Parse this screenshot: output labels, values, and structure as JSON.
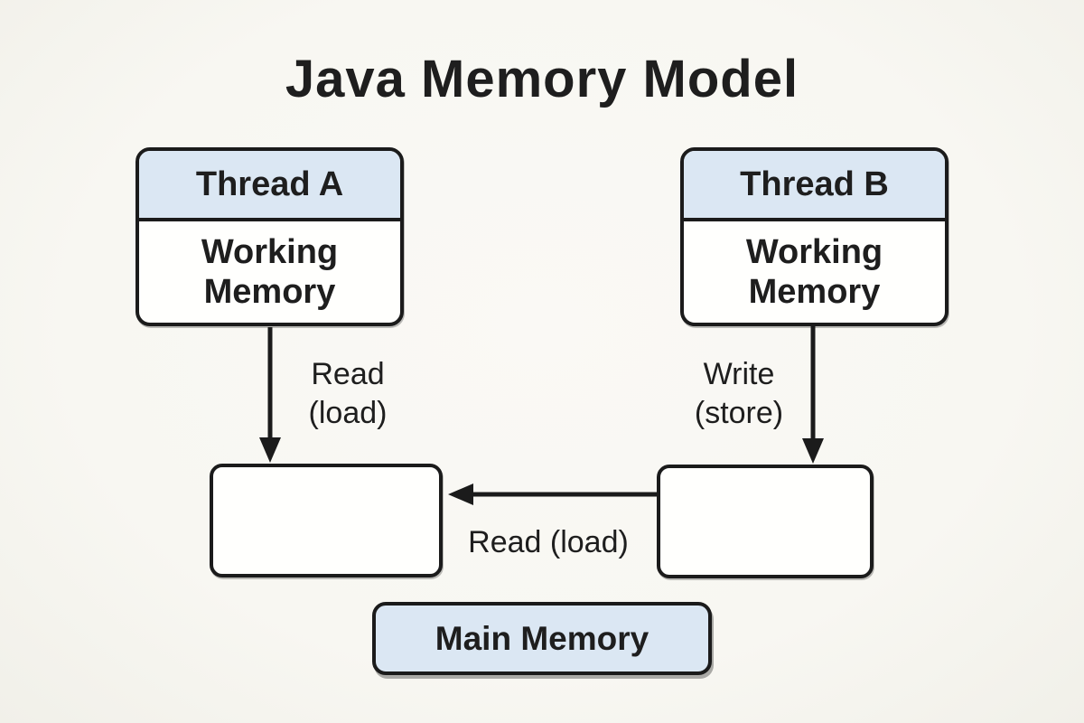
{
  "title": "Java Memory Model",
  "colors": {
    "background": "#f8f7f2",
    "box_fill": "#fffffd",
    "header_fill": "#dbe7f3",
    "border": "#1b1b1b",
    "text": "#1e1e1e"
  },
  "nodes": {
    "thread_a": {
      "header": "Thread A",
      "body": "Working Memory"
    },
    "thread_b": {
      "header": "Thread B",
      "body": "Working Memory"
    },
    "main_memory": {
      "label": "Main Memory"
    }
  },
  "edges": {
    "thread_a_down": {
      "label": "Read\n(load)"
    },
    "thread_b_down": {
      "label": "Write\n(store)"
    },
    "buffer_b_to_buffer_a": {
      "label": "Read (load)"
    }
  }
}
